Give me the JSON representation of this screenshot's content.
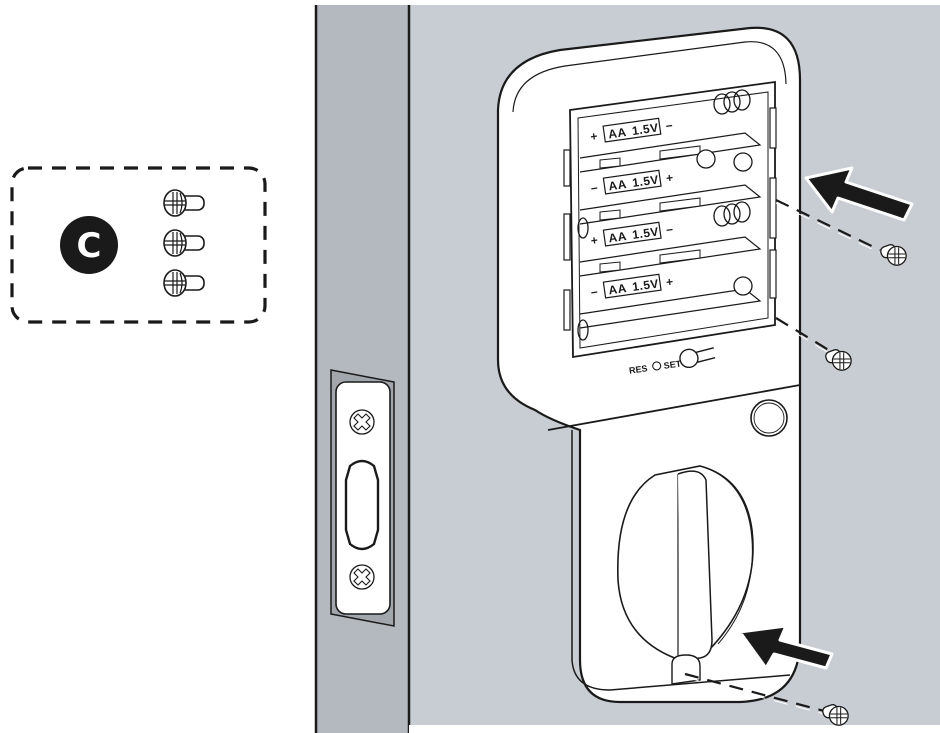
{
  "figure": {
    "type": "installation-step-illustration",
    "subject": "deadbolt interior assembly mounted on door with battery pack",
    "colors": {
      "background": "#ffffff",
      "door_face": "#c8ccd3",
      "door_edge": "#b4b8bf",
      "outline": "#1a1a1a",
      "lock_body": "#ffffff",
      "arrow": "#1a1a1a"
    }
  },
  "parts_callout": {
    "letter": "C",
    "screw_count": 3,
    "screw_type": "phillips-flat-head"
  },
  "battery_pack": {
    "cells": [
      {
        "label_type": "AA",
        "label_voltage": "1.5V",
        "polarity_left": "+",
        "polarity_right": "−"
      },
      {
        "label_type": "AA",
        "label_voltage": "1.5V",
        "polarity_left": "−",
        "polarity_right": "+"
      },
      {
        "label_type": "AA",
        "label_voltage": "1.5V",
        "polarity_left": "+",
        "polarity_right": "−"
      },
      {
        "label_type": "AA",
        "label_voltage": "1.5V",
        "polarity_left": "−",
        "polarity_right": "+"
      }
    ],
    "res_label": "RES",
    "set_label": "SET"
  },
  "mounting_screws": {
    "count": 3,
    "arrows": 2
  }
}
